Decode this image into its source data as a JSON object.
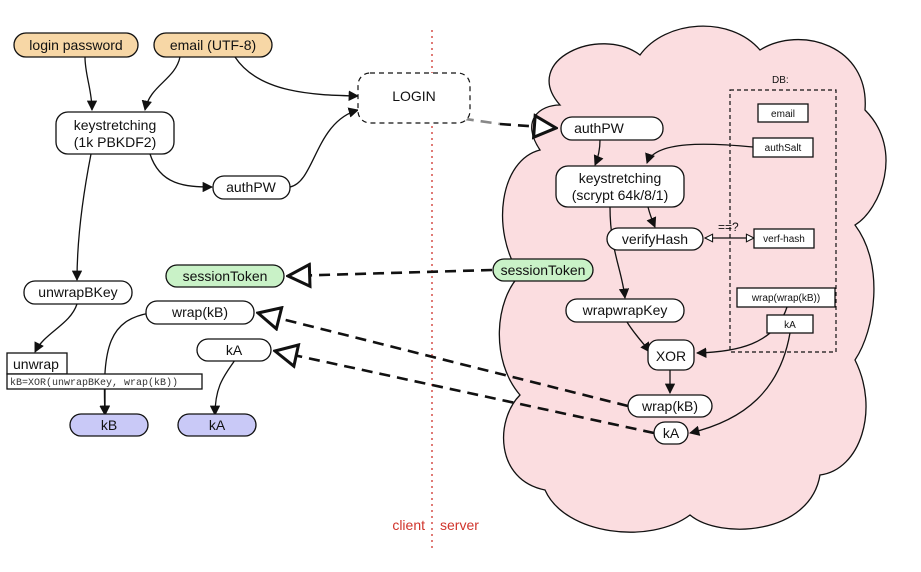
{
  "colors": {
    "input_fill": "#f7d7a6",
    "session_fill": "#c9f2c7",
    "key_fill": "#c9c9f7",
    "cloud_fill": "#fbdde0",
    "divider": "#d0342c"
  },
  "client": {
    "login_password": "login password",
    "email": "email (UTF-8)",
    "keystretch_line1": "keystretching",
    "keystretch_line2": "(1k PBKDF2)",
    "authpw": "authPW",
    "unwrapbkey": "unwrapBKey",
    "session_token": "sessionToken",
    "wrap_kb": "wrap(kB)",
    "ka_in": "kA",
    "unwrap_title": "unwrap",
    "unwrap_formula": "kB=XOR(unwrapBKey, wrap(kB))",
    "kb_out": "kB",
    "ka_out": "kA"
  },
  "login": "LOGIN",
  "server": {
    "authpw": "authPW",
    "keystretch_line1": "keystretching",
    "keystretch_line2": "(scrypt 64k/8/1)",
    "verify_hash": "verifyHash",
    "compare": "==?",
    "session_token": "sessionToken",
    "wrapwrapkey": "wrapwrapKey",
    "xor": "XOR",
    "wrap_kb": "wrap(kB)",
    "ka": "kA"
  },
  "db": {
    "title": "DB:",
    "email": "email",
    "auth_salt": "authSalt",
    "verf_hash": "verf-hash",
    "wrap_wrap_kb": "wrap(wrap(kB))",
    "ka": "kA"
  },
  "divider_labels": {
    "client": "client",
    "server": "server"
  }
}
